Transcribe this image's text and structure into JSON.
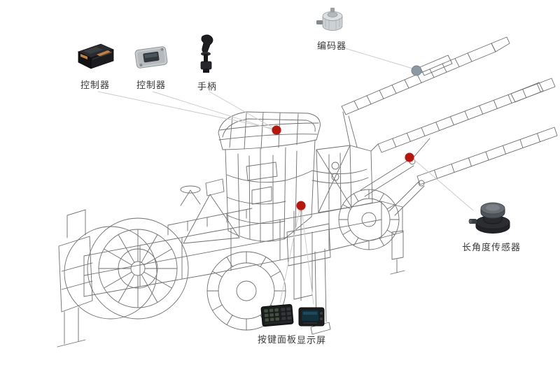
{
  "diagram": {
    "callouts": {
      "controller1": {
        "label": "控制器",
        "image": "controller-module-photo"
      },
      "controller2": {
        "label": "控制器",
        "image": "controller-display-module-photo"
      },
      "handle": {
        "label": "手柄",
        "image": "joystick-handle-photo"
      },
      "encoder": {
        "label": "编码器",
        "image": "encoder-photo"
      },
      "angle_sensor": {
        "label": "长角度传感器",
        "image": "angle-sensor-photo"
      },
      "keypad": {
        "label": "按键面板",
        "image": "keypad-photo"
      },
      "display": {
        "label": "显示屏",
        "image": "display-screen-photo"
      }
    },
    "colors": {
      "marker_red": "#b3170e",
      "marker_gray": "#8c99a3",
      "connector_line": "#cccccc",
      "wireframe": "#6e6e6e",
      "background": "#ffffff"
    }
  }
}
